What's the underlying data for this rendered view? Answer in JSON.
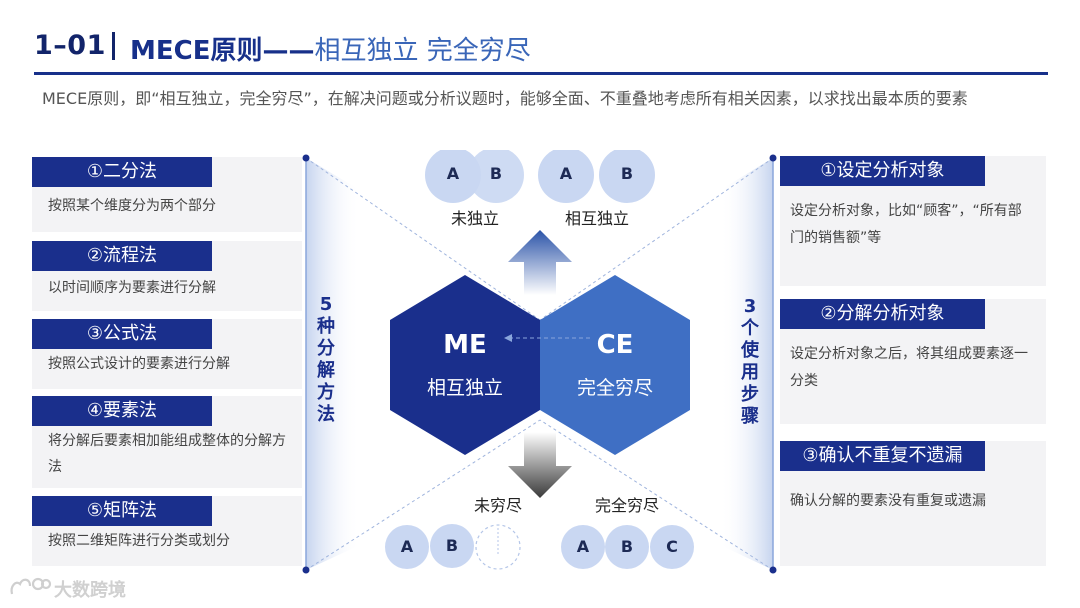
{
  "header": {
    "number": "1–01",
    "title_bold": "MECE原则——",
    "title_light": "相互独立 完全穷尽"
  },
  "intro": "MECE原则，即“相互独立，完全穷尽”，在解决问题或分析议题时，能够全面、不重叠地考虑所有相关因素，以求找出最本质的要素",
  "methods": [
    {
      "title": "①二分法",
      "desc": "按照某个维度分为两个部分"
    },
    {
      "title": "②流程法",
      "desc": "以时间顺序为要素进行分解"
    },
    {
      "title": "③公式法",
      "desc": "按照公式设计的要素进行分解"
    },
    {
      "title": "④要素法",
      "desc": "将分解后要素相加能组成整体的分解方法"
    },
    {
      "title": "⑤矩阵法",
      "desc": "按照二维矩阵进行分类或划分"
    }
  ],
  "left_vertical": "5种分解方法",
  "right_vertical": "3个使用步骤",
  "steps": [
    {
      "title": "①设定分析对象",
      "desc": "设定分析对象，比如“顾客”，“所有部门的销售额”等"
    },
    {
      "title": "②分解分析对象",
      "desc": "设定分析对象之后，将其组成要素逐一分类"
    },
    {
      "title": "③确认不重复不遗漏",
      "desc": "确认分解的要素没有重复或遗漏"
    }
  ],
  "center": {
    "me_title": "ME",
    "me_sub": "相互独立",
    "ce_title": "CE",
    "ce_sub": "完全穷尽",
    "top_left_label": "未独立",
    "top_right_label": "相互独立",
    "bottom_left_label": "未穷尽",
    "bottom_right_label": "完全穷尽",
    "letter_a": "A",
    "letter_b": "B",
    "letter_c": "C"
  },
  "watermark": "大数跨境",
  "colors": {
    "navy": "#1a2f8c",
    "blue": "#3f6fc4",
    "circle": "#c9d7f2"
  }
}
